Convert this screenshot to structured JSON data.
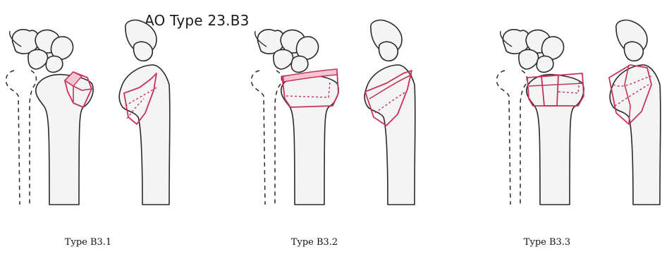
{
  "title": "AO Type 23.B3",
  "colors": {
    "outline": "#2a2a2a",
    "bone_fill": "#f4f4f4",
    "fracture": "#c8325a",
    "fracture_fill": "#f3c6d2"
  },
  "panels": [
    {
      "caption": "Type B3.1"
    },
    {
      "caption": "Type B3.2"
    },
    {
      "caption": "Type B3.3"
    }
  ]
}
